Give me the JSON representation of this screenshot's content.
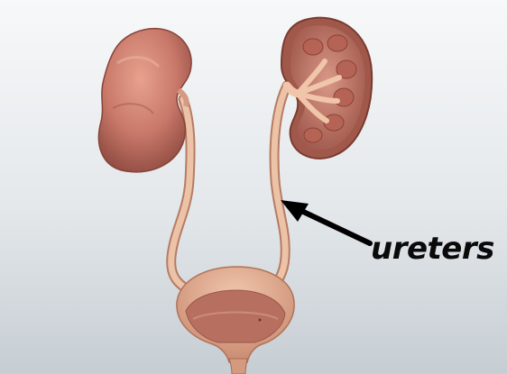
{
  "label": {
    "text": "ureters"
  },
  "colors": {
    "background_top": "#f4f6f7",
    "background_bottom": "#c9d0d5",
    "kidney_light": "#d98e7a",
    "kidney_dark": "#8c4a40",
    "ureter": "#e6b79a",
    "bladder_outer": "#e2ab90",
    "bladder_inner": "#b97466",
    "arrow": "#000000"
  },
  "structures": [
    "left-kidney",
    "right-kidney-cross-section",
    "left-ureter",
    "right-ureter",
    "bladder",
    "urethra"
  ]
}
